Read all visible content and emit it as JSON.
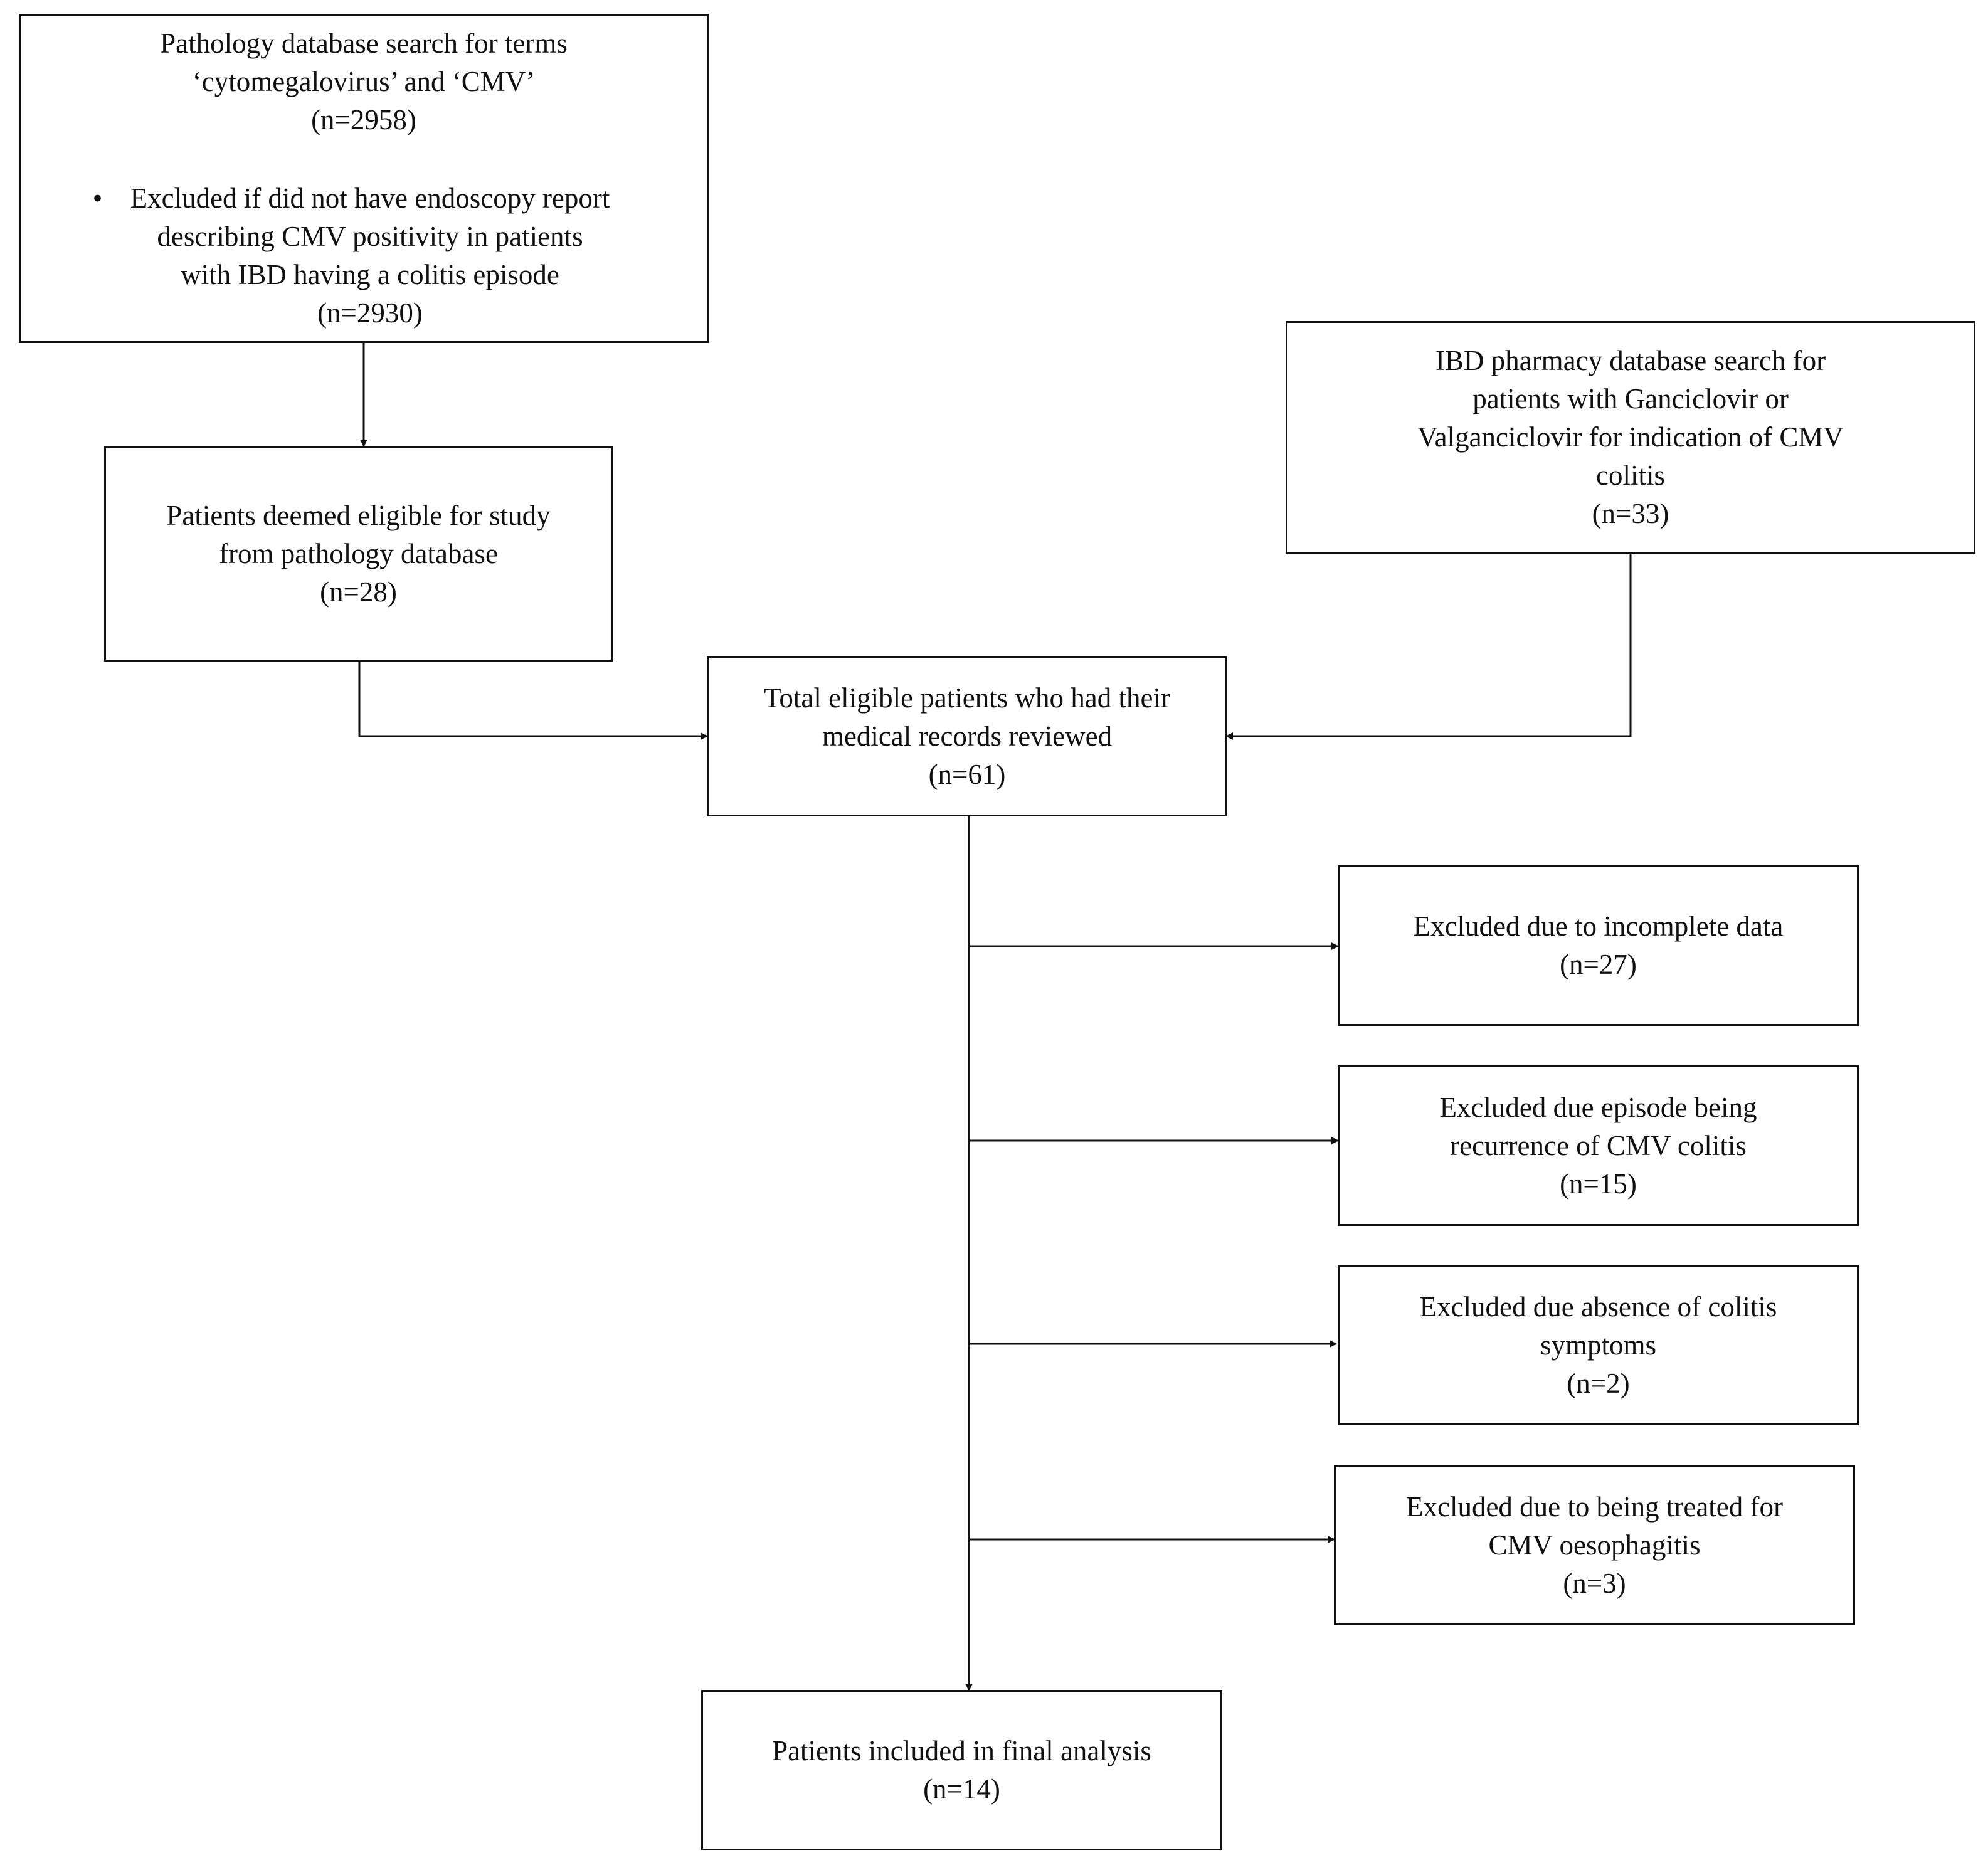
{
  "boxes": {
    "pathology_search": {
      "title_lines": [
        "Pathology database search for terms",
        "‘cytomegalovirus’ and ‘CMV’"
      ],
      "count": "(n=2958)",
      "bullet": "•",
      "exclusion_lines": [
        "Excluded if did not have endoscopy report",
        "describing CMV positivity in patients",
        "with IBD having a colitis episode"
      ],
      "exclusion_count": "(n=2930)"
    },
    "pharmacy_search": {
      "lines": [
        "IBD pharmacy database search for",
        "patients with Ganciclovir or",
        "Valganciclovir for indication of CMV",
        "colitis"
      ],
      "count": "(n=33)"
    },
    "pathology_eligible": {
      "lines": [
        "Patients deemed eligible for study",
        "from pathology database"
      ],
      "count": "(n=28)"
    },
    "total_eligible": {
      "lines": [
        "Total eligible patients who had their",
        "medical records reviewed"
      ],
      "count": "(n=61)"
    },
    "excluded_incomplete": {
      "lines": [
        "Excluded due to incomplete data"
      ],
      "count": "(n=27)"
    },
    "excluded_recurrence": {
      "lines": [
        "Excluded due episode being",
        "recurrence of CMV colitis"
      ],
      "count": "(n=15)"
    },
    "excluded_no_symptoms": {
      "lines": [
        "Excluded due absence of colitis",
        "symptoms"
      ],
      "count": "(n=2)"
    },
    "excluded_oesophagitis": {
      "lines": [
        "Excluded due to being treated for",
        "CMV oesophagitis"
      ],
      "count": "(n=3)"
    },
    "final_analysis": {
      "lines": [
        "Patients included in final analysis"
      ],
      "count": "(n=14)"
    }
  }
}
